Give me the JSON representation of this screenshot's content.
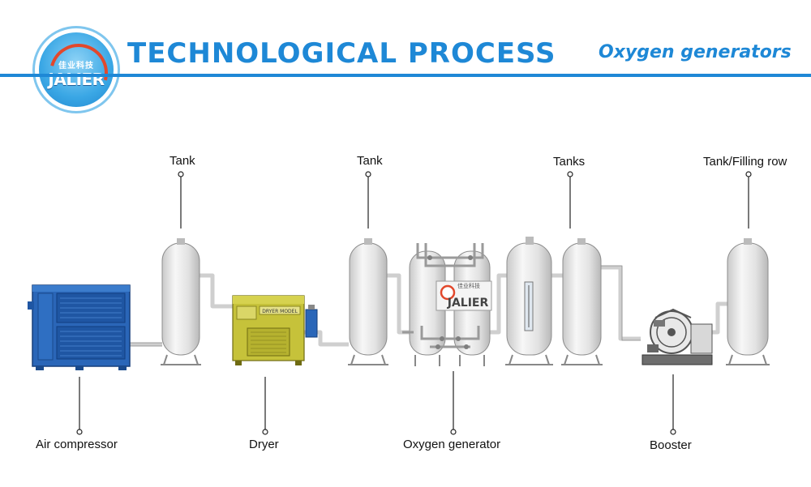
{
  "header": {
    "logo_text": "JALIER",
    "logo_cn": "佳业科技",
    "title": "TECHNOLOGICAL PROCESS",
    "subtitle": "Oxygen generators"
  },
  "diagram": {
    "top_labels": [
      "Tank",
      "Tank",
      "Tanks",
      "Tank/Filling row"
    ],
    "bottom_labels": [
      "Air compressor",
      "Dryer",
      "Oxygen generator",
      "Booster"
    ],
    "equipment_text": {
      "generator_logo": "JALIER",
      "generator_logo_cn": "佳业科技",
      "dryer_plate": "DRYER MODEL"
    }
  },
  "colors": {
    "accent": "#1e88d6",
    "compressor": "#2a66b8",
    "dryer": "#c6c23a",
    "tank": "#e8e8e8",
    "logo_red": "#e2482c"
  }
}
